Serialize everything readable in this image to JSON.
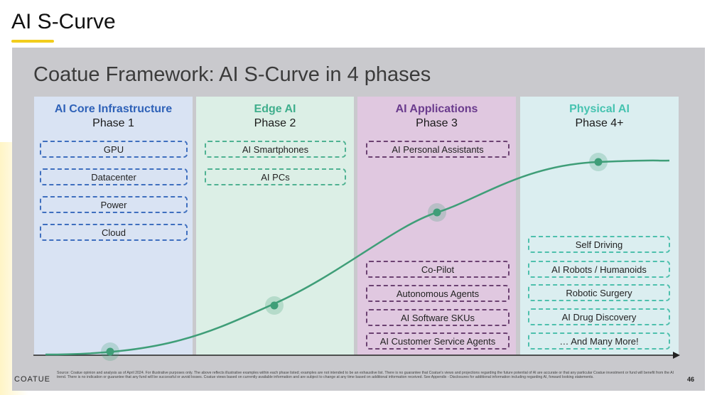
{
  "header": {
    "title": "AI S-Curve"
  },
  "slide": {
    "title": "Coatue Framework: AI S-Curve in 4 phases",
    "phases": [
      {
        "name": "AI Core Infrastructure",
        "phase": "Phase 1",
        "name_color": "#2f62b8",
        "bg": "#d9e3f3",
        "border": "#3f6fbf",
        "items": [
          "GPU",
          "Datacenter",
          "Power",
          "Cloud"
        ]
      },
      {
        "name": "Edge AI",
        "phase": "Phase 2",
        "name_color": "#3fae8c",
        "bg": "#dcefe6",
        "border": "#4fb292",
        "items": [
          "AI Smartphones",
          "AI PCs"
        ]
      },
      {
        "name": "AI Applications",
        "phase": "Phase 3",
        "name_color": "#6a3b8d",
        "bg": "#e0c8e0",
        "border": "#6c4272",
        "items_top": [
          "AI Personal Assistants"
        ],
        "items_bottom": [
          "Co-Pilot",
          "Autonomous Agents",
          "AI Software SKUs",
          "AI Customer Service Agents"
        ]
      },
      {
        "name": "Physical AI",
        "phase": "Phase 4+",
        "name_color": "#46c3b0",
        "bg": "#dbeef0",
        "border": "#4ec0ad",
        "items": [
          "Self Driving",
          "AI Robots / Humanoids",
          "Robotic Surgery",
          "AI Drug Discovery",
          "… And Many More!"
        ]
      }
    ],
    "curve": {
      "color": "#3f9e78"
    },
    "footer": {
      "logo": "COATUE",
      "note": "Source: Coatue opinion and analysis as of April 2024. For illustrative purposes only. The above reflects illustrative examples within each phase listed; examples are not intended to be an exhaustive list. There is no guarantee that Coatue's views and projections regarding the future potential of AI are accurate or that any particular Coatue investment or fund will benefit from the AI trend. There is no indication or guarantee that any fund will be successful or avoid losses. Coatue views based on currently available information and are subject to change at any time based on additional information received. See Appendix - Disclosures for additional information including regarding AI, forward looking statements.",
      "page": "46"
    }
  }
}
